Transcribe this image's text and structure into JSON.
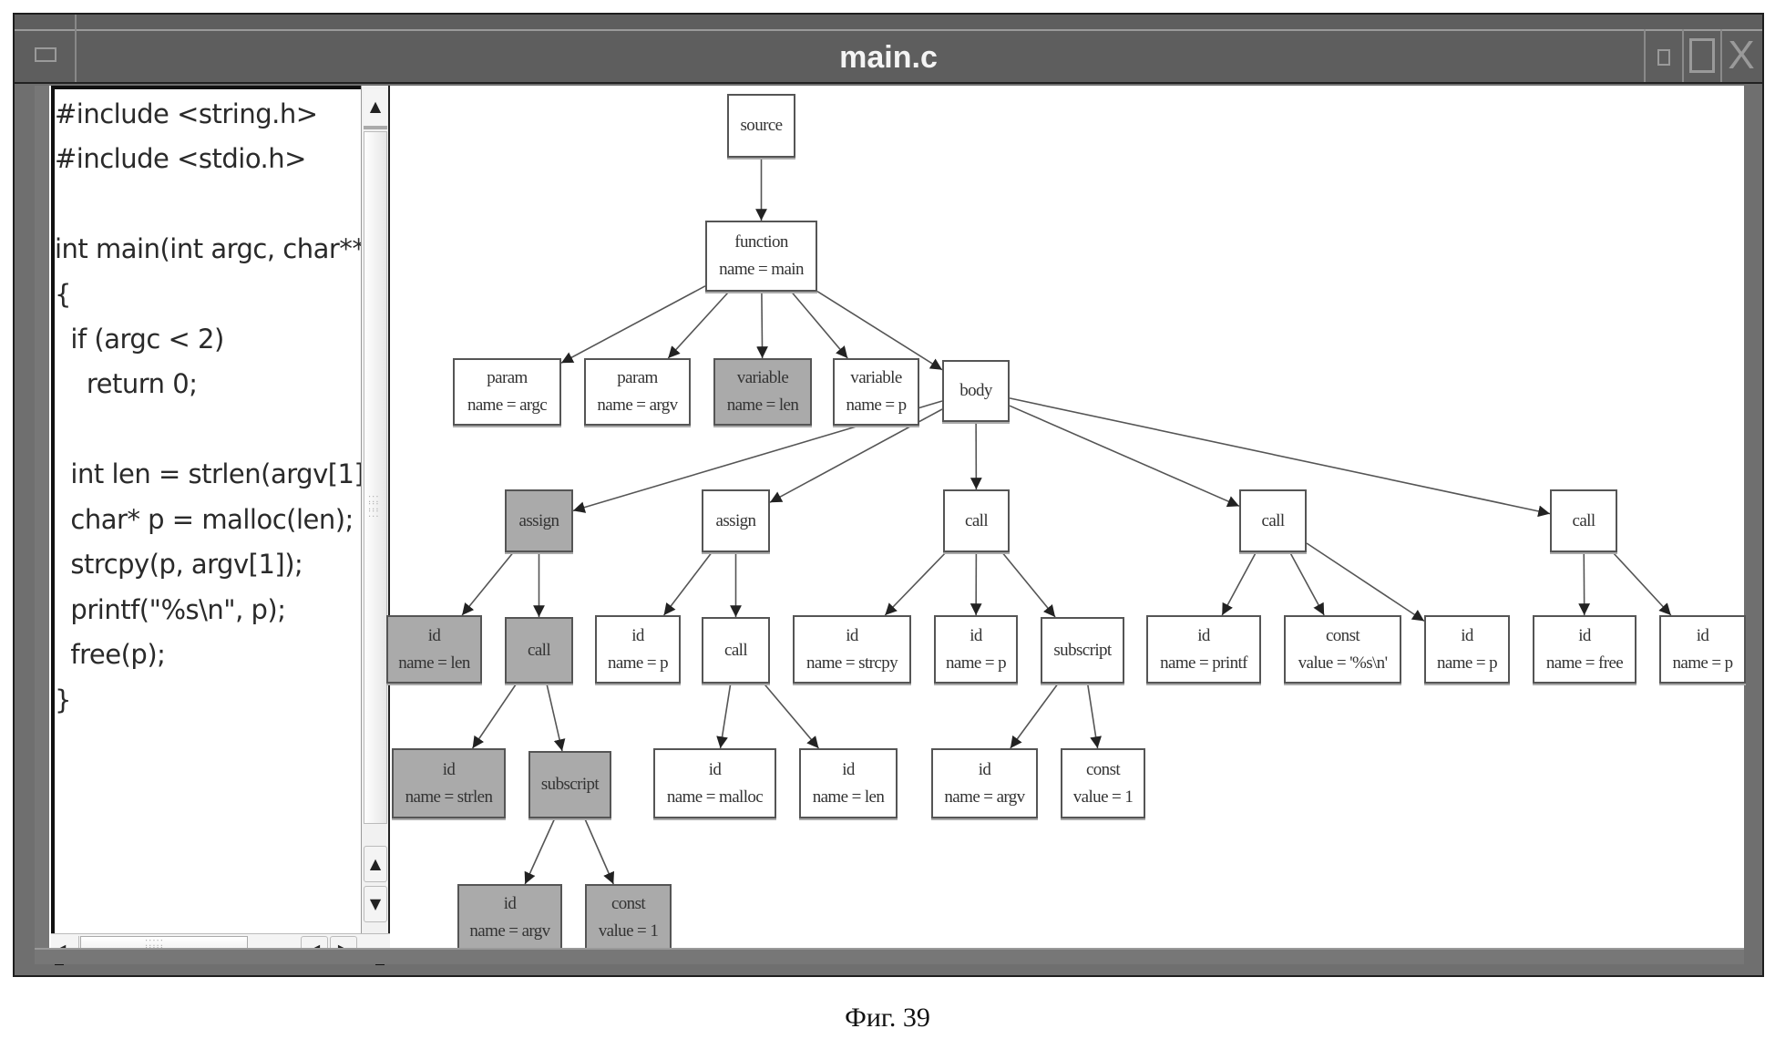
{
  "window": {
    "title": "main.c",
    "controls": [
      "menu",
      "minimize",
      "maximize",
      "close"
    ]
  },
  "editor": {
    "lines": [
      "#include <string.h>",
      "#include <stdio.h>",
      "",
      "int main(int argc, char**",
      "{",
      "  if (argc < 2)",
      "    return 0;",
      "",
      "  int len = strlen(argv[1]",
      "  char* p = malloc(len);",
      "  strcpy(p, argv[1]);",
      "  printf(\"%s\\n\", p);",
      "  free(p);",
      "}"
    ],
    "scroll_icons": {
      "up": "▲",
      "down": "▼",
      "left": "◀",
      "right": "▶"
    }
  },
  "ast_graph": {
    "highlight_color": "#aaaaaa",
    "nodes": [
      {
        "id": "source",
        "label": "source",
        "attr": "",
        "highlighted": false
      },
      {
        "id": "function",
        "label": "function",
        "attr": "name = main",
        "highlighted": false
      },
      {
        "id": "param_argc",
        "label": "param",
        "attr": "name = argc",
        "highlighted": false
      },
      {
        "id": "param_argv",
        "label": "param",
        "attr": "name = argv",
        "highlighted": false
      },
      {
        "id": "var_len",
        "label": "variable",
        "attr": "name = len",
        "highlighted": true
      },
      {
        "id": "var_p",
        "label": "variable",
        "attr": "name = p",
        "highlighted": false
      },
      {
        "id": "body",
        "label": "body",
        "attr": "",
        "highlighted": false
      },
      {
        "id": "assign1",
        "label": "assign",
        "attr": "",
        "highlighted": true
      },
      {
        "id": "assign2",
        "label": "assign",
        "attr": "",
        "highlighted": false
      },
      {
        "id": "call_strcpy",
        "label": "call",
        "attr": "",
        "highlighted": false
      },
      {
        "id": "call_printf",
        "label": "call",
        "attr": "",
        "highlighted": false
      },
      {
        "id": "call_free",
        "label": "call",
        "attr": "",
        "highlighted": false
      },
      {
        "id": "id_len1",
        "label": "id",
        "attr": "name = len",
        "highlighted": true
      },
      {
        "id": "call_strlen",
        "label": "call",
        "attr": "",
        "highlighted": true
      },
      {
        "id": "id_p1",
        "label": "id",
        "attr": "name = p",
        "highlighted": false
      },
      {
        "id": "call_malloc",
        "label": "call",
        "attr": "",
        "highlighted": false
      },
      {
        "id": "id_strcpy",
        "label": "id",
        "attr": "name = strcpy",
        "highlighted": false
      },
      {
        "id": "id_p2",
        "label": "id",
        "attr": "name = p",
        "highlighted": false
      },
      {
        "id": "subscript2",
        "label": "subscript",
        "attr": "",
        "highlighted": false
      },
      {
        "id": "id_printf",
        "label": "id",
        "attr": "name = printf",
        "highlighted": false
      },
      {
        "id": "const_fmt",
        "label": "const",
        "attr": "value = '%s\\n'",
        "highlighted": false
      },
      {
        "id": "id_p3",
        "label": "id",
        "attr": "name = p",
        "highlighted": false
      },
      {
        "id": "id_free",
        "label": "id",
        "attr": "name = free",
        "highlighted": false
      },
      {
        "id": "id_p4",
        "label": "id",
        "attr": "name = p",
        "highlighted": false
      },
      {
        "id": "id_strlen",
        "label": "id",
        "attr": "name = strlen",
        "highlighted": true
      },
      {
        "id": "subscript1",
        "label": "subscript",
        "attr": "",
        "highlighted": true
      },
      {
        "id": "id_malloc",
        "label": "id",
        "attr": "name = malloc",
        "highlighted": false
      },
      {
        "id": "id_len2",
        "label": "id",
        "attr": "name = len",
        "highlighted": false
      },
      {
        "id": "id_argv2",
        "label": "id",
        "attr": "name = argv",
        "highlighted": false
      },
      {
        "id": "const_1b",
        "label": "const",
        "attr": "value = 1",
        "highlighted": false
      },
      {
        "id": "id_argv1",
        "label": "id",
        "attr": "name = argv",
        "highlighted": true
      },
      {
        "id": "const_1a",
        "label": "const",
        "attr": "value = 1",
        "highlighted": true
      }
    ],
    "edges": [
      [
        "source",
        "function"
      ],
      [
        "function",
        "param_argc"
      ],
      [
        "function",
        "param_argv"
      ],
      [
        "function",
        "var_len"
      ],
      [
        "function",
        "var_p"
      ],
      [
        "function",
        "body"
      ],
      [
        "body",
        "assign1"
      ],
      [
        "body",
        "assign2"
      ],
      [
        "body",
        "call_strcpy"
      ],
      [
        "body",
        "call_printf"
      ],
      [
        "body",
        "call_free"
      ],
      [
        "assign1",
        "id_len1"
      ],
      [
        "assign1",
        "call_strlen"
      ],
      [
        "assign2",
        "id_p1"
      ],
      [
        "assign2",
        "call_malloc"
      ],
      [
        "call_strcpy",
        "id_strcpy"
      ],
      [
        "call_strcpy",
        "id_p2"
      ],
      [
        "call_strcpy",
        "subscript2"
      ],
      [
        "call_printf",
        "id_printf"
      ],
      [
        "call_printf",
        "const_fmt"
      ],
      [
        "call_printf",
        "id_p3"
      ],
      [
        "call_free",
        "id_free"
      ],
      [
        "call_free",
        "id_p4"
      ],
      [
        "call_strlen",
        "id_strlen"
      ],
      [
        "call_strlen",
        "subscript1"
      ],
      [
        "call_malloc",
        "id_malloc"
      ],
      [
        "call_malloc",
        "id_len2"
      ],
      [
        "subscript2",
        "id_argv2"
      ],
      [
        "subscript2",
        "const_1b"
      ],
      [
        "subscript1",
        "id_argv1"
      ],
      [
        "subscript1",
        "const_1a"
      ]
    ]
  },
  "caption": "Фиг. 39"
}
